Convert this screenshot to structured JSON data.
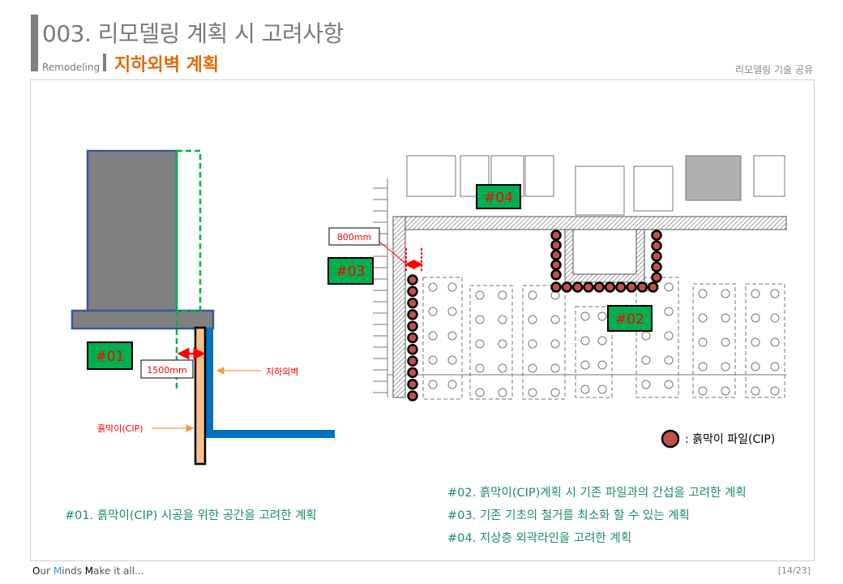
{
  "header": {
    "number": "003.",
    "title": "리모델링 계획 시 고려사항",
    "category": "Remodeling",
    "subtitle": "지하외벽 계획",
    "top_right": "리모델링 기술 공유"
  },
  "left_diagram": {
    "tag": "#01",
    "dimension": "1500mm",
    "wall_label": "지하외벽",
    "cip_label": "흙막이(CIP)",
    "note": "#01. 흙막이(CIP) 시공을 위한 공간을 고려한 계획"
  },
  "right_diagram": {
    "tags": [
      "#02",
      "#03",
      "#04"
    ],
    "dimension": "800mm",
    "legend": ": 흙막이 파일(CIP)",
    "notes": [
      "#02. 흙막이(CIP)계획 시 기존 파일과의 간섭을 고려한 계획",
      "#03. 기존 기초의 철거를 최소화 할 수 있는 계획",
      "#04. 지상층 외곽라인을 고려한 계획"
    ]
  },
  "colors": {
    "accent": "#e26b0a",
    "tag_fill": "#00b050",
    "tag_text": "#ff0000",
    "note_text": "#1e8a72",
    "pile": "#c0504d",
    "wall": "#0070c0"
  },
  "footer": {
    "slogan_parts": [
      "O",
      "ur ",
      "M",
      "inds ",
      "M",
      "ake it all..."
    ],
    "page": "[14/23]"
  }
}
